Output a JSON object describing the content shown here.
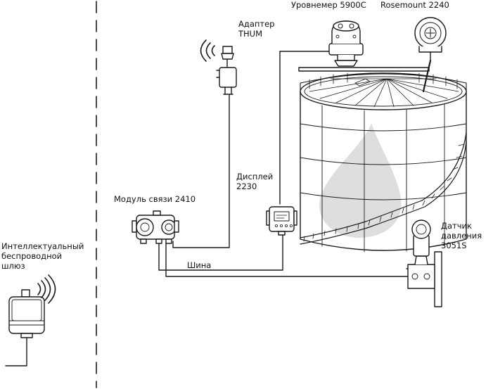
{
  "labels": {
    "adapter": [
      "Адаптер",
      "THUM"
    ],
    "level_gauge": "Уровнемер 5900С",
    "rosemount": "Rosemount 2240",
    "display": [
      "Дисплей",
      "2230"
    ],
    "comm_module": "Модуль связи 2410",
    "gateway": [
      "Интеллектуальный",
      "беспроводной",
      "шлюз"
    ],
    "bus": "Шина",
    "pressure": [
      "Датчик",
      "давления",
      "3051S"
    ]
  },
  "colors": {
    "line": "#1a1a1a",
    "drop": "#e0e0e0",
    "tank_wall": "#ffffff"
  }
}
